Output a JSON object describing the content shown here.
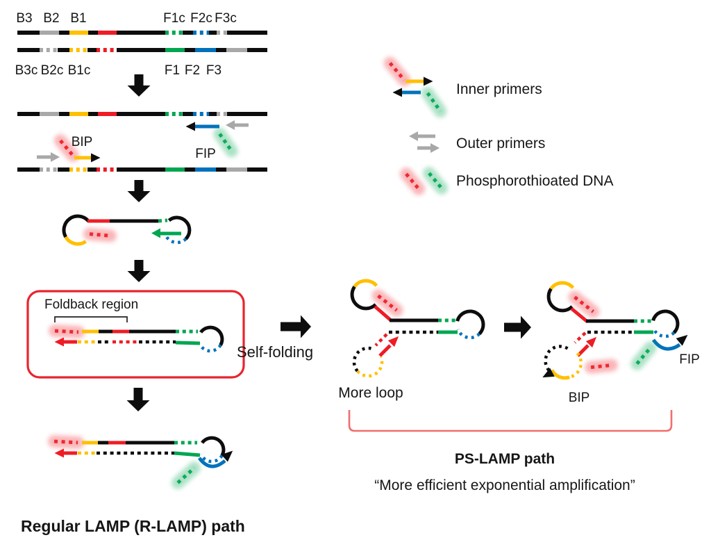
{
  "colors": {
    "ink": "#161616",
    "black": "#0d0d0d",
    "red": "#ee1c25",
    "orange": "#ffc000",
    "green": "#00a651",
    "blue": "#0072bc",
    "gray": "#a8a8a8",
    "box_red": "#e8252d",
    "bracket_red": "#f26d6d"
  },
  "template": {
    "top_labels": [
      "B3",
      "B2",
      "B1",
      "F1c",
      "F2c",
      "F3c"
    ],
    "bottom_labels": [
      "B3c",
      "B2c",
      "B1c",
      "F1",
      "F2",
      "F3"
    ]
  },
  "priming": {
    "bip": "BIP",
    "fip": "FIP"
  },
  "legend": {
    "inner_primers": "Inner primers",
    "outer_primers": "Outer primers",
    "ps_dna": "Phosphorothioated DNA"
  },
  "foldback": {
    "label": "Foldback region"
  },
  "self_folding_label": "Self-folding",
  "more_loop_label": "More loop",
  "ps_structure": {
    "bip": "BIP",
    "fip": "FIP"
  },
  "ps_path": {
    "title": "PS-LAMP path",
    "quote": "“More efficient exponential amplification”"
  },
  "r_lamp": {
    "title": "Regular LAMP (R-LAMP) path"
  }
}
